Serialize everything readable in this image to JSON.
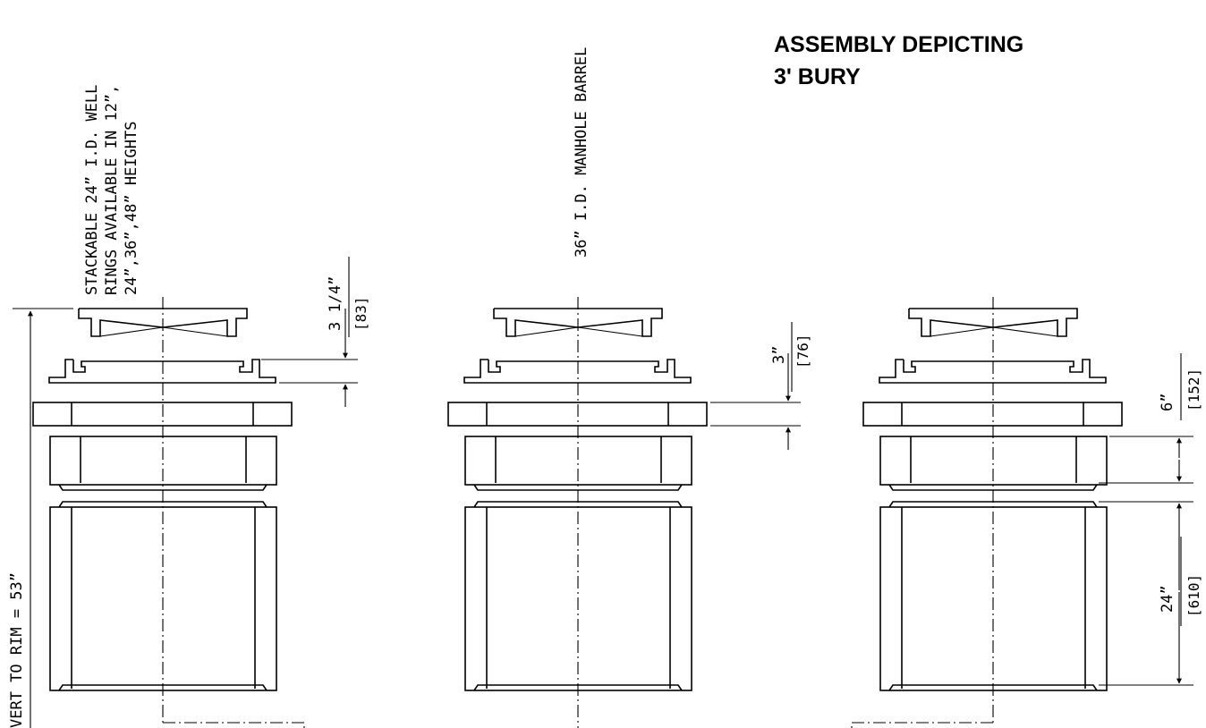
{
  "title": {
    "line1": "ASSEMBLY DEPICTING",
    "line2": "3' BURY"
  },
  "notes": {
    "well_rings_line1": "STACKABLE 24” I.D. WELL",
    "well_rings_line2": "RINGS AVAILABLE IN 12”,",
    "well_rings_line3": "24”,36”,48” HEIGHTS",
    "manhole_barrel": "36” I.D. MANHOLE BARREL",
    "invert_to_rim": "VERT TO RIM = 53”"
  },
  "dimensions": {
    "dim1_imperial": "3 1/4”",
    "dim1_metric": "[83]",
    "dim2_imperial": "3”",
    "dim2_metric": "[76]",
    "dim3_imperial": "6”",
    "dim3_metric": "[152]",
    "dim4_imperial": "24”",
    "dim4_metric": "[610]"
  }
}
